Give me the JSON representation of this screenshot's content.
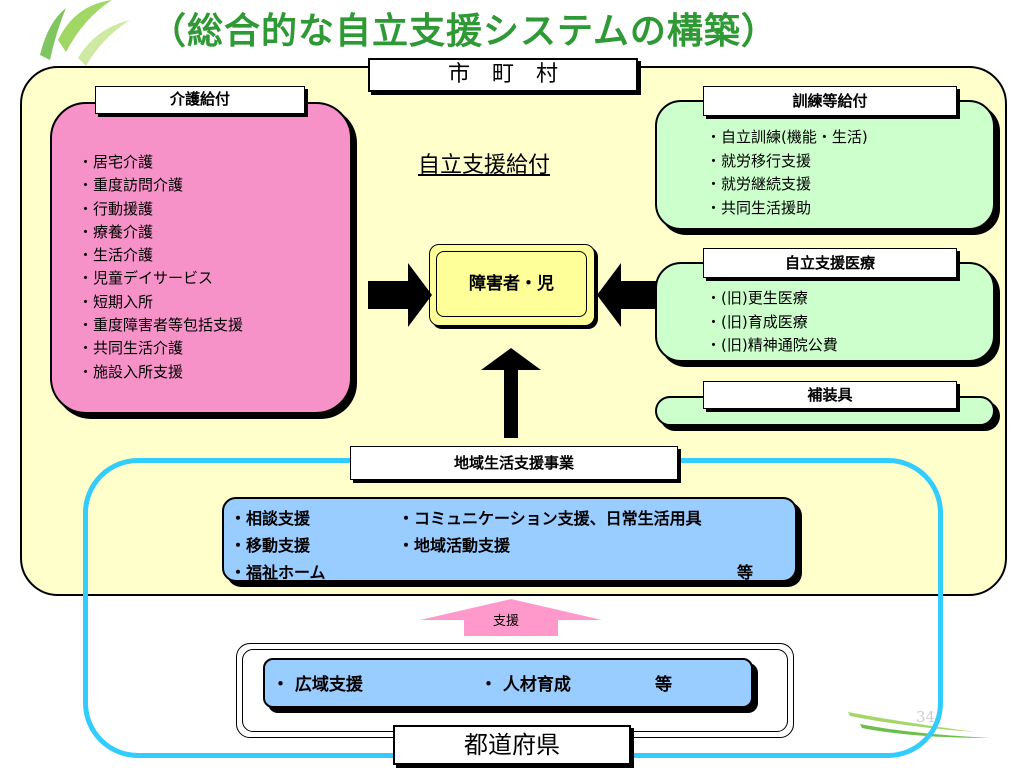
{
  "title": "（総合的な自立支援システムの構築）",
  "municipality": {
    "label": "市　町　村"
  },
  "care_benefits": {
    "label": "介護給付",
    "items": [
      "・居宅介護",
      "・重度訪問介護",
      "・行動援護",
      "・療養介護",
      "・生活介護",
      "・児童デイサービス",
      "・短期入所",
      "・重度障害者等包括支援",
      "・共同生活介護",
      "・施設入所支援"
    ]
  },
  "center": {
    "caption": "自立支援給付",
    "person": "障害者・児"
  },
  "training_benefits": {
    "label": "訓練等給付",
    "items": [
      "・自立訓練(機能・生活)",
      "・就労移行支援",
      "・就労継続支援",
      "・共同生活援助"
    ]
  },
  "medical": {
    "label": "自立支援医療",
    "items": [
      "・(旧)更生医療",
      "・(旧)育成医療",
      "・(旧)精神通院公費"
    ]
  },
  "devices": {
    "label": "補装具"
  },
  "community": {
    "label": "地域生活支援事業",
    "col1": [
      "・相談支援",
      "・移動支援",
      "・福祉ホーム"
    ],
    "col2": [
      "・コミュニケーション支援、日常生活用具",
      "・地域活動支援"
    ],
    "etc": "等"
  },
  "support_arrow_label": "支援",
  "prefecture": {
    "label": "都道府県",
    "items": [
      "・ 広域支援",
      "・ 人材育成",
      "等"
    ]
  },
  "page_number": "34",
  "colors": {
    "title": "#2f9a35",
    "municipality_bg": "#ffffcc",
    "care_bg": "#f792c9",
    "green_bg": "#ccffcc",
    "blue_bg": "#99ccff",
    "prefecture_border": "#33ccff",
    "support_arrow": "#ff99cc",
    "person_bg": "#ffff99"
  }
}
